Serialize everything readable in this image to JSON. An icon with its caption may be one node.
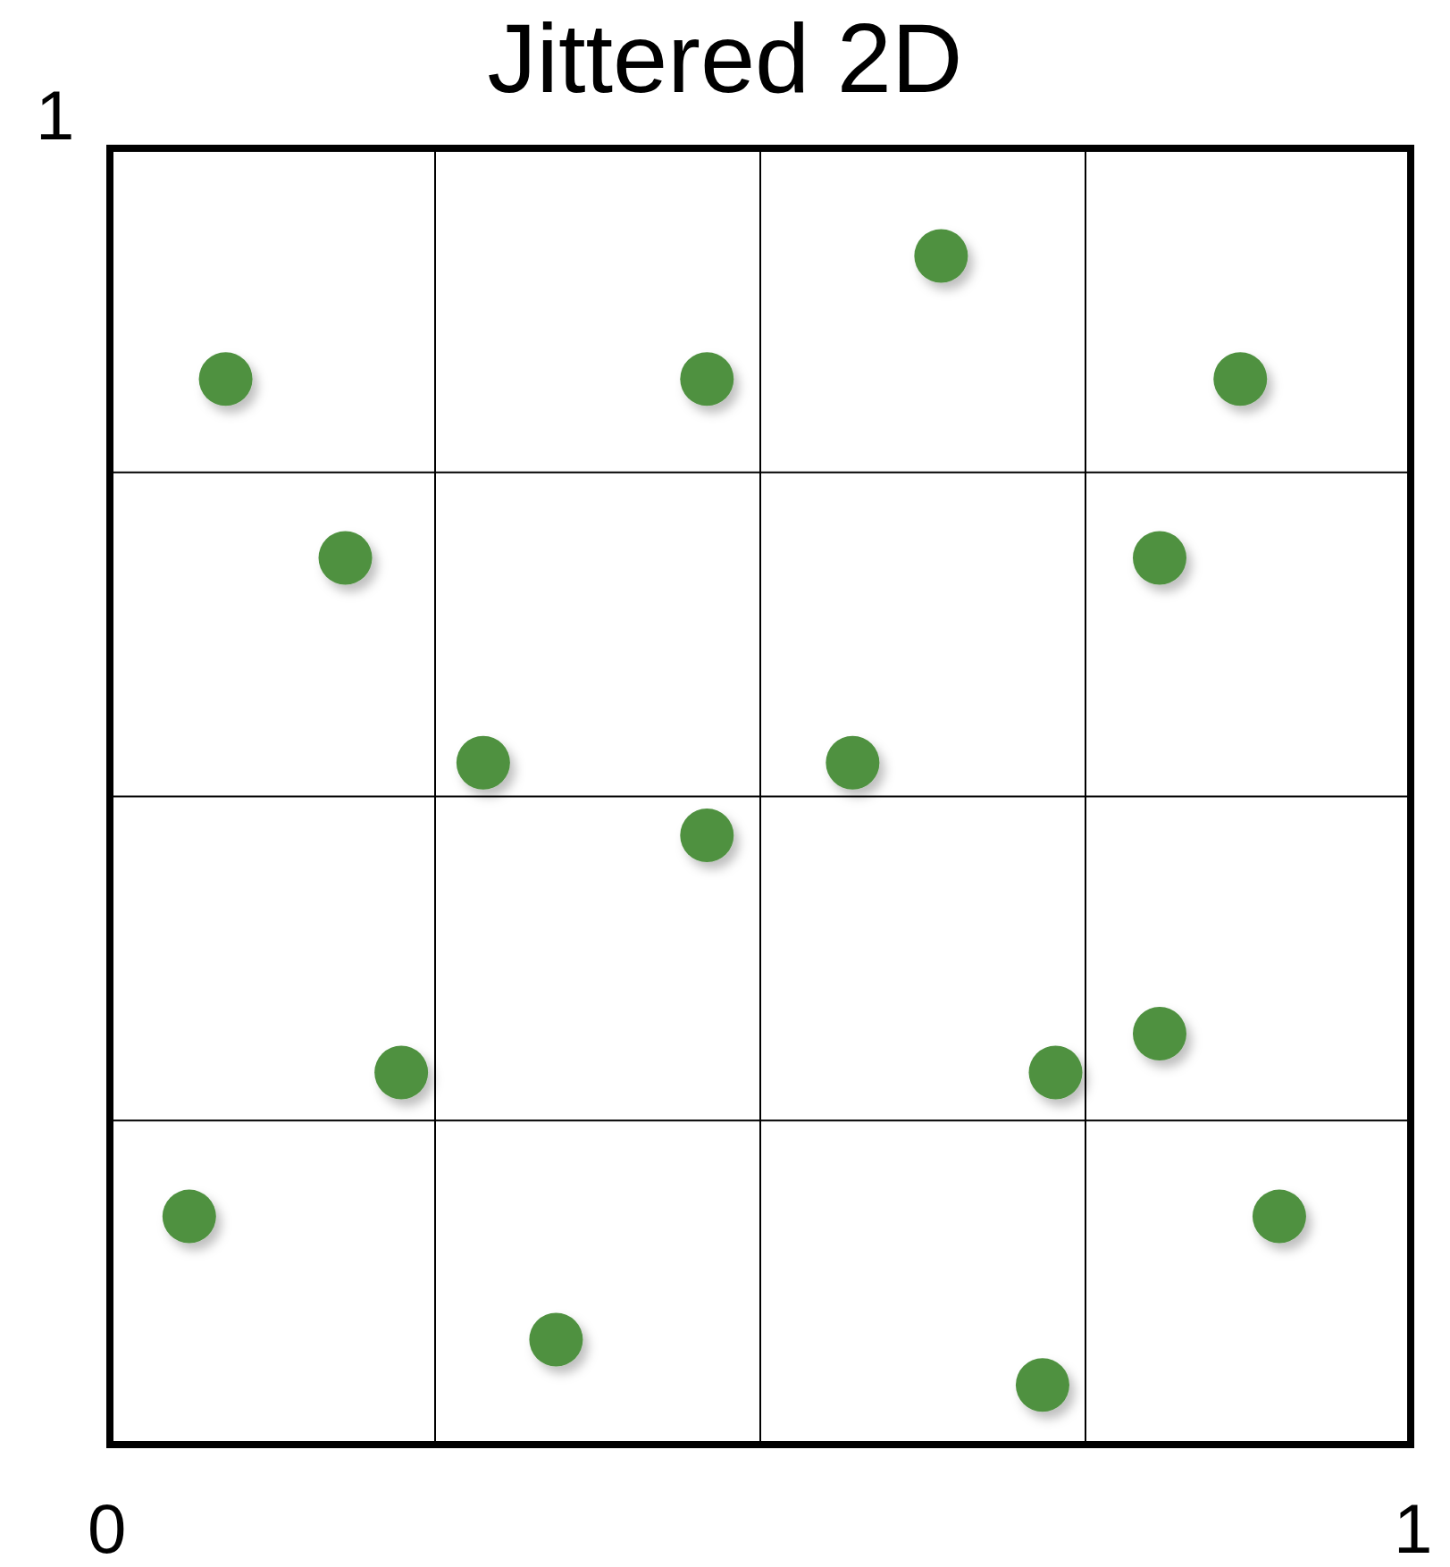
{
  "diagram": {
    "title": "Jittered 2D",
    "labels": [
      "1",
      "0",
      "1"
    ]
  }
}
